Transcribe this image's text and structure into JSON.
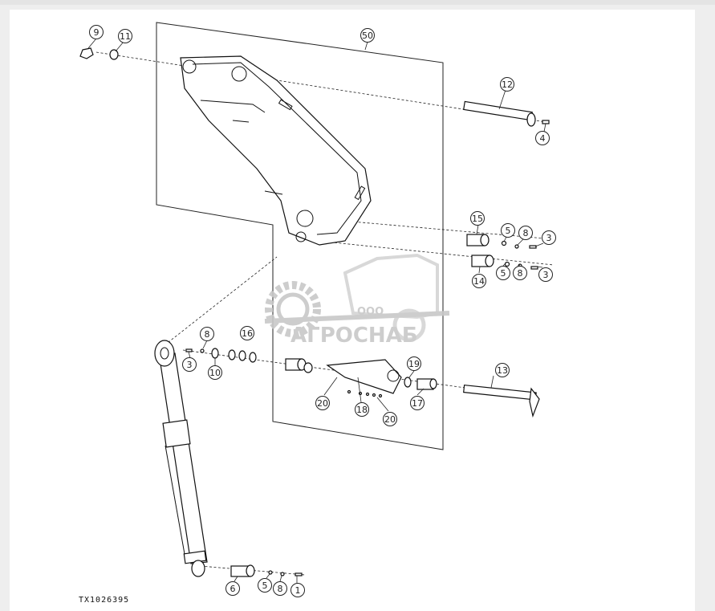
{
  "figure": {
    "code": "TX1026395",
    "callouts": [
      {
        "id": "c9",
        "label": "9"
      },
      {
        "id": "c11",
        "label": "11"
      },
      {
        "id": "c50",
        "label": "50"
      },
      {
        "id": "c12",
        "label": "12"
      },
      {
        "id": "c4",
        "label": "4"
      },
      {
        "id": "c15",
        "label": "15"
      },
      {
        "id": "c5a",
        "label": "5"
      },
      {
        "id": "c8a",
        "label": "8"
      },
      {
        "id": "c3a",
        "label": "3"
      },
      {
        "id": "c14",
        "label": "14"
      },
      {
        "id": "c5b",
        "label": "5"
      },
      {
        "id": "c8b",
        "label": "8"
      },
      {
        "id": "c3b",
        "label": "3"
      },
      {
        "id": "c8c",
        "label": "8"
      },
      {
        "id": "c16",
        "label": "16"
      },
      {
        "id": "c3c",
        "label": "3"
      },
      {
        "id": "c10",
        "label": "10"
      },
      {
        "id": "c19",
        "label": "19"
      },
      {
        "id": "c13",
        "label": "13"
      },
      {
        "id": "c17",
        "label": "17"
      },
      {
        "id": "c20a",
        "label": "20"
      },
      {
        "id": "c18",
        "label": "18"
      },
      {
        "id": "c20b",
        "label": "20"
      },
      {
        "id": "c6",
        "label": "6"
      },
      {
        "id": "c5c",
        "label": "5"
      },
      {
        "id": "c8d",
        "label": "8"
      },
      {
        "id": "c1",
        "label": "1"
      }
    ]
  },
  "watermark": {
    "company_prefix": "ООО",
    "brand": "АГРОСНАБ"
  },
  "colors": {
    "line": "#111111",
    "watermark": "#c8c8c8",
    "background": "#ffffff"
  }
}
